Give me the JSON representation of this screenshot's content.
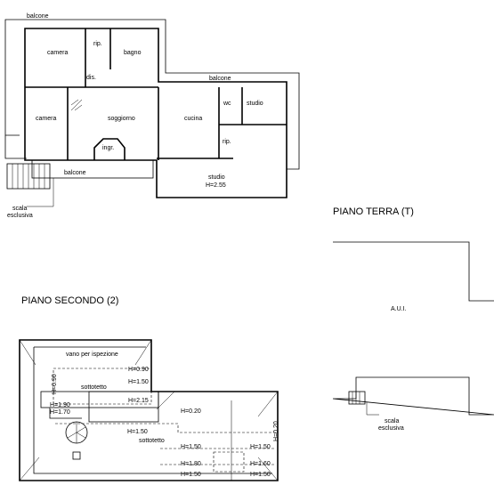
{
  "ground_floor": {
    "title": "PIANO TERRA (T)",
    "rooms": {
      "balcone_top": "balcone",
      "camera_1": "camera",
      "rip_1": "rip.",
      "bagno": "bagno",
      "dis": "dis.",
      "camera_2": "camera",
      "soggiorno": "soggiorno",
      "ingr": "ingr.",
      "cucina": "cucina",
      "balcone_right": "balcone",
      "wc": "wc",
      "studio_small": "studio",
      "rip_2": "rip.",
      "balcone_bottom": "balcone",
      "studio_big": "studio",
      "studio_height": "H=2.55"
    },
    "stair_label_1": "scala",
    "stair_label_2": "esclusiva"
  },
  "aui": {
    "label": "A.U.I.",
    "stair_label_1": "scala",
    "stair_label_2": "esclusiva"
  },
  "second_floor": {
    "title": "PIANO SECONDO (2)",
    "labels": {
      "vano": "vano per ispezione",
      "sottotetto_1": "sottotetto",
      "sottotetto_2": "sottotetto"
    },
    "heights": {
      "h090a": "H=0.90",
      "h150a": "H=1.50",
      "h090v": "H=0.90",
      "h215": "H=2.15",
      "h190": "H=1.90",
      "h170": "H=1.70",
      "h020a": "H=0.20",
      "h020v": "H=0.20",
      "h150b": "H=1.50",
      "h150c": "H=1.50",
      "h150d": "H=1.50",
      "h180": "H=1.80",
      "h160": "H=1.60",
      "h150e": "H=1.50",
      "h150f": "H=1.50"
    }
  }
}
